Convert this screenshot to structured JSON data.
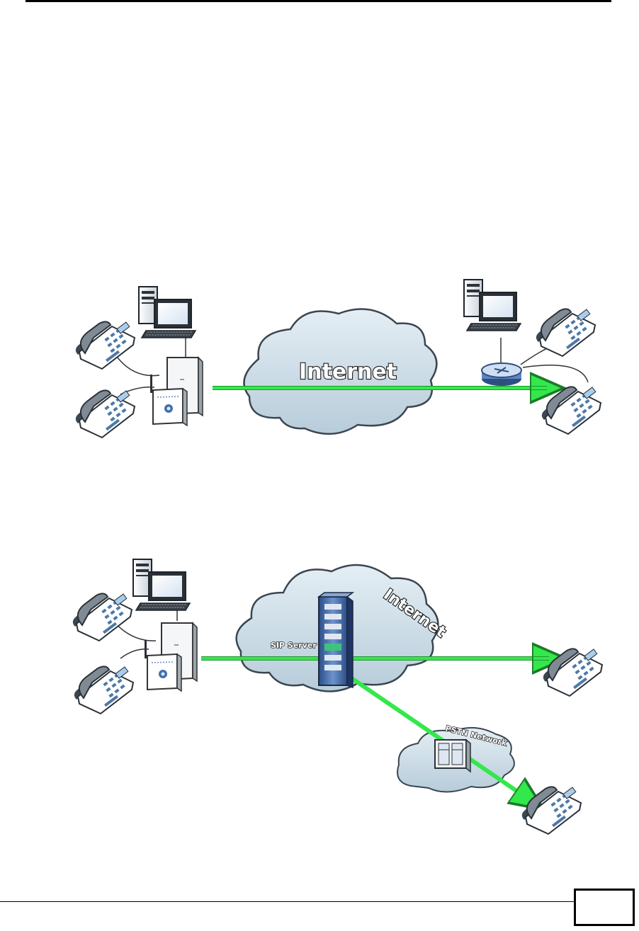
{
  "figure1": {
    "cloud_label": "Internet"
  },
  "figure2": {
    "cloud_label": "Internet",
    "server_label": "SIP Server",
    "pstn_label": "PSTN Network"
  },
  "colors": {
    "arrow": "#33e84a",
    "cloud_fill": "#c9dbe6",
    "cloud_stroke": "#3b4650"
  }
}
